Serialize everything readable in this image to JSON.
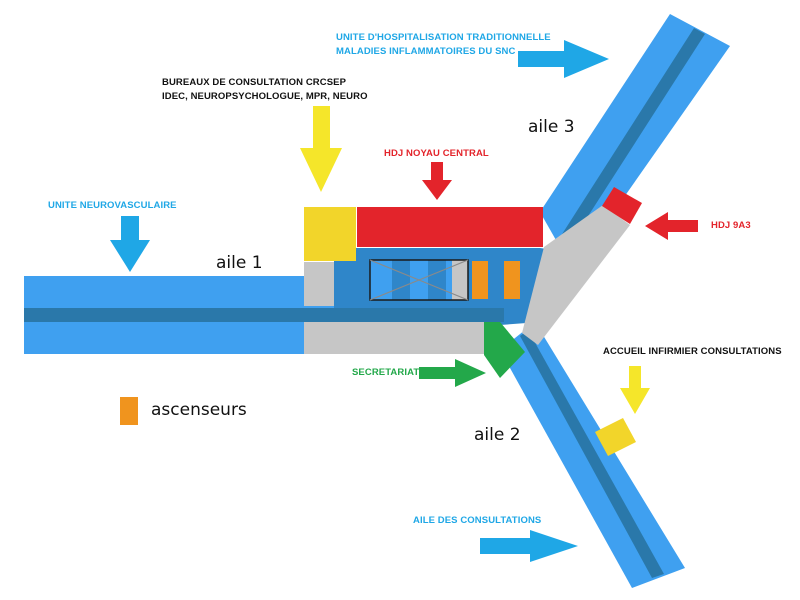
{
  "colors": {
    "corridor_light": "#3fa0f0",
    "corridor_dark": "#2a78aa",
    "hub": "#2f86c9",
    "grey_zone": "#c6c6c6",
    "red_zone": "#e3242b",
    "yellow_zone": "#f2d52a",
    "green_zone": "#23a84a",
    "elevator_orange": "#f0941e",
    "arrow_blue": "#1fa7e6",
    "arrow_yellow": "#f5e62a",
    "arrow_red": "#e3242b",
    "arrow_green": "#23a84a",
    "text_blue": "#1fa7e6",
    "text_red": "#e3242b",
    "text_green": "#23a84a",
    "text_black": "#111111"
  },
  "labels": {
    "hospitalisation_line1": "UNITE D'HOSPITALISATION TRADITIONNELLE",
    "hospitalisation_line2": "MALADIES INFLAMMATOIRES DU SNC",
    "bureaux_line1": "BUREAUX DE CONSULTATION CRCSEP",
    "bureaux_line2": "IDEC, NEUROPSYCHOLOGUE, MPR, NEURO",
    "hdj_noyau": "HDJ NOYAU CENTRAL",
    "neurovasculaire": "UNITE NEUROVASCULAIRE",
    "hdj_9a3": "HDJ 9A3",
    "accueil_infirmier": "ACCUEIL INFIRMIER CONSULTATIONS",
    "secretariat": "SECRETARIAT",
    "aile_consultations": "AILE DES CONSULTATIONS"
  },
  "wings": {
    "aile1": "aile 1",
    "aile2": "aile 2",
    "aile3": "aile 3"
  },
  "legend": {
    "elevators": "ascenseurs"
  }
}
